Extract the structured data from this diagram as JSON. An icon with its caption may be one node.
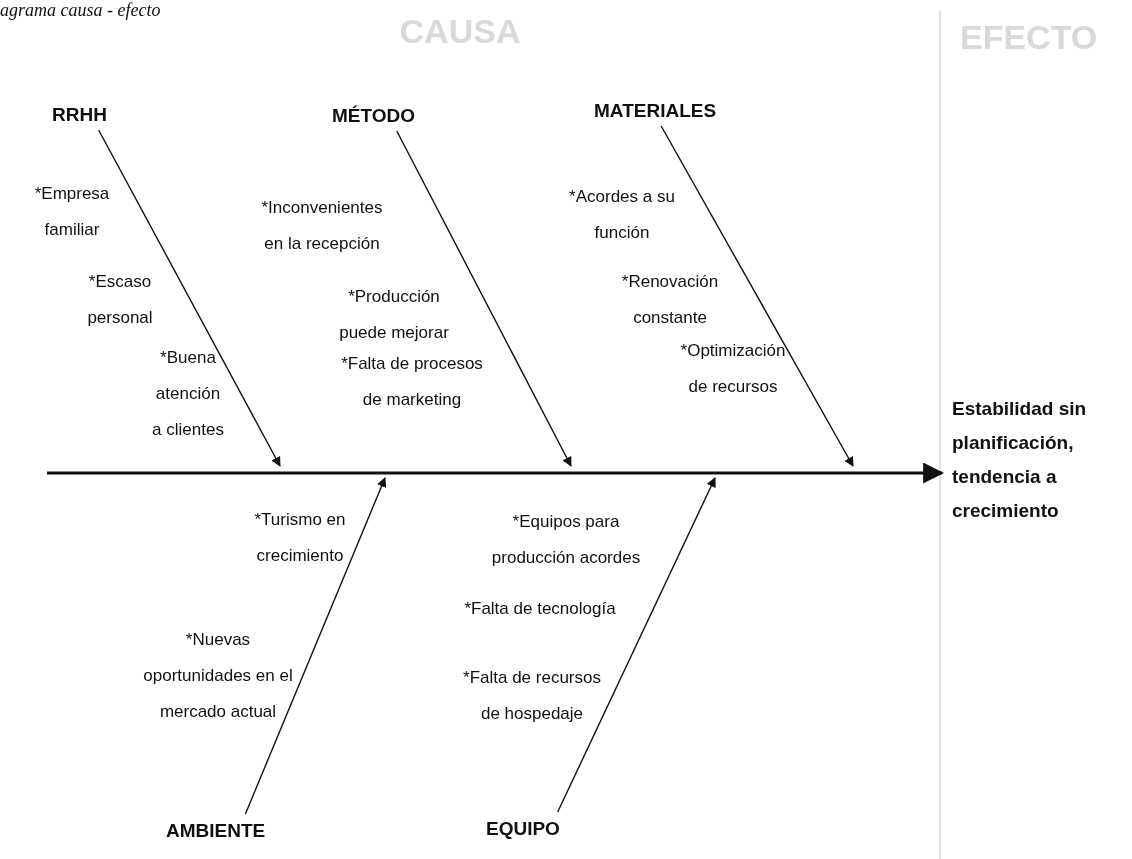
{
  "diagram": {
    "title": "agrama causa - efecto",
    "nodes": [
      {
        "text": [
          "RRHH"
        ],
        "beside": [
          "*Empresa familiar",
          "*Escaso personal",
          "*Buena atención a clientes"
        ]
      },
      {
        "text": [
          "MÉTODO"
        ],
        "beside": [
          "*Inconvenientes en la recepción",
          "*Producción puede mejorar",
          "*Falta de procesos de marketing"
        ]
      },
      {
        "text": [
          "MATERIALES"
        ],
        "beside": [
          "*Acordes a su función",
          "*Renovación constante",
          "*Optimización de recursos"
        ]
      },
      {
        "text": [
          "AMBIENTE"
        ]
      },
      {
        "text": [
          "EQUIPO"
        ],
        "beside": [
          "*Equipos para producción acordes",
          "*Falta de tecnología",
          "*Falta de recursos de hospedaje"
        ]
      },
      {
        "text": [
          "Estabilidad sin planificación, tendencia a crecimiento"
        ]
      }
    ],
    "edges": [
      {
        "from": 0,
        "to": null,
        "arrow": "to"
      },
      {
        "from": 1,
        "to": null,
        "arrow": "to"
      },
      {
        "from": 2,
        "to": null,
        "arrow": "to"
      },
      {
        "from": 3,
        "to": null,
        "arrow": "to"
      },
      {
        "from": 4,
        "to": null,
        "arrow": "to"
      },
      {
        "from": null,
        "to": 5,
        "arrow": "to"
      }
    ],
    "labels": [
      "CAUSA",
      "EFECTO",
      "*Turismo en crecimiento",
      "*Nuevas oportunidades en el mercado actual"
    ]
  }
}
